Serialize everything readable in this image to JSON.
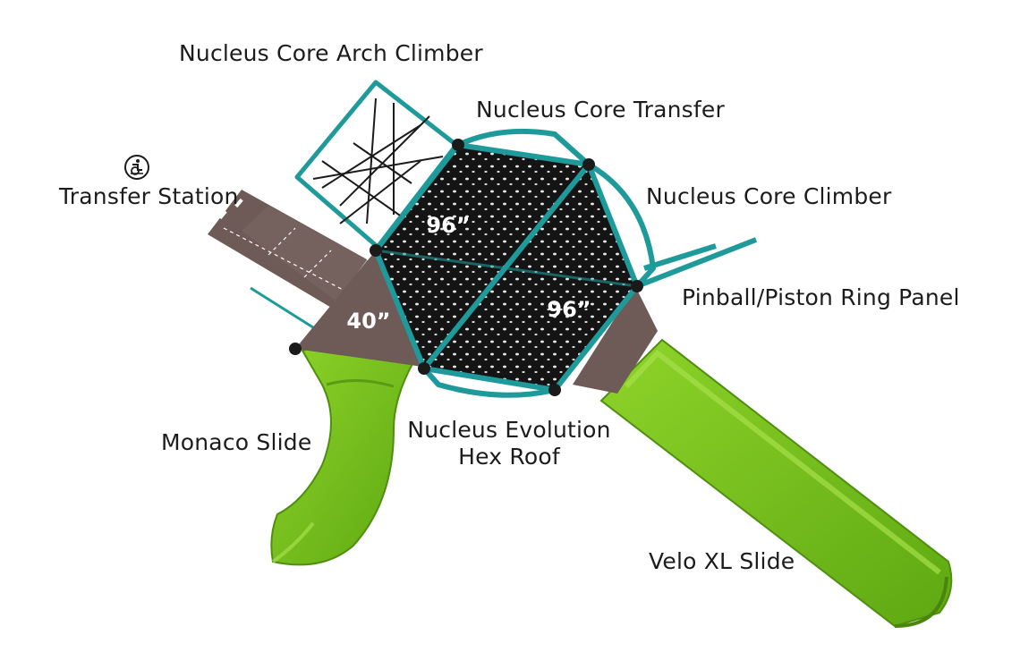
{
  "labels": {
    "arch_climber": "Nucleus Core Arch Climber",
    "core_transfer": "Nucleus Core Transfer",
    "transfer_station": "Transfer Station",
    "core_climber": "Nucleus Core Climber",
    "pinball_panel": "Pinball/Piston Ring Panel",
    "monaco_slide": "Monaco Slide",
    "hex_roof_line1": "Nucleus Evolution",
    "hex_roof_line2": "Hex Roof",
    "velo_slide": "Velo XL Slide"
  },
  "dimensions": {
    "deck_height_left": "40”",
    "deck_height_top": "96”",
    "deck_height_right": "96”"
  },
  "icons": {
    "transfer_station": "accessibility-icon"
  },
  "colors": {
    "slide_green": "#7cc51e",
    "frame_teal": "#1f9a9a",
    "deck_brown": "#6f5a55",
    "roof_black": "#151515"
  }
}
